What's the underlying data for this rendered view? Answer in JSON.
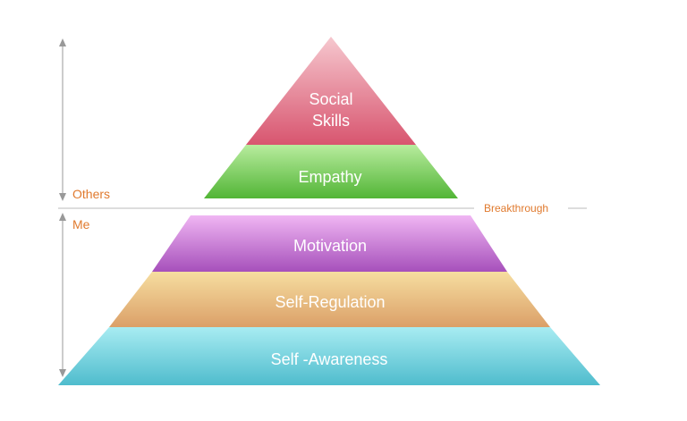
{
  "tiers": [
    {
      "id": "social-skills",
      "lines": [
        "Social",
        "Skills"
      ],
      "colors": [
        "#f6c8cf",
        "#d8556f"
      ]
    },
    {
      "id": "empathy",
      "lines": [
        "Empathy"
      ],
      "colors": [
        "#b8ec9e",
        "#52b536"
      ]
    },
    {
      "id": "motivation",
      "lines": [
        "Motivation"
      ],
      "colors": [
        "#f0b6f3",
        "#a650bb"
      ]
    },
    {
      "id": "self-regulation",
      "lines": [
        "Self-Regulation"
      ],
      "colors": [
        "#f6dea0",
        "#dba068"
      ]
    },
    {
      "id": "self-awareness",
      "lines": [
        "Self -Awareness"
      ],
      "colors": [
        "#a8ecf2",
        "#4fbccd"
      ]
    }
  ],
  "labels": {
    "others": "Others",
    "me": "Me",
    "breakthrough": "Breakthrough"
  },
  "colors": {
    "accent": "#e07a2e",
    "arrow": "#999999",
    "divider": "#bbbbbb"
  }
}
